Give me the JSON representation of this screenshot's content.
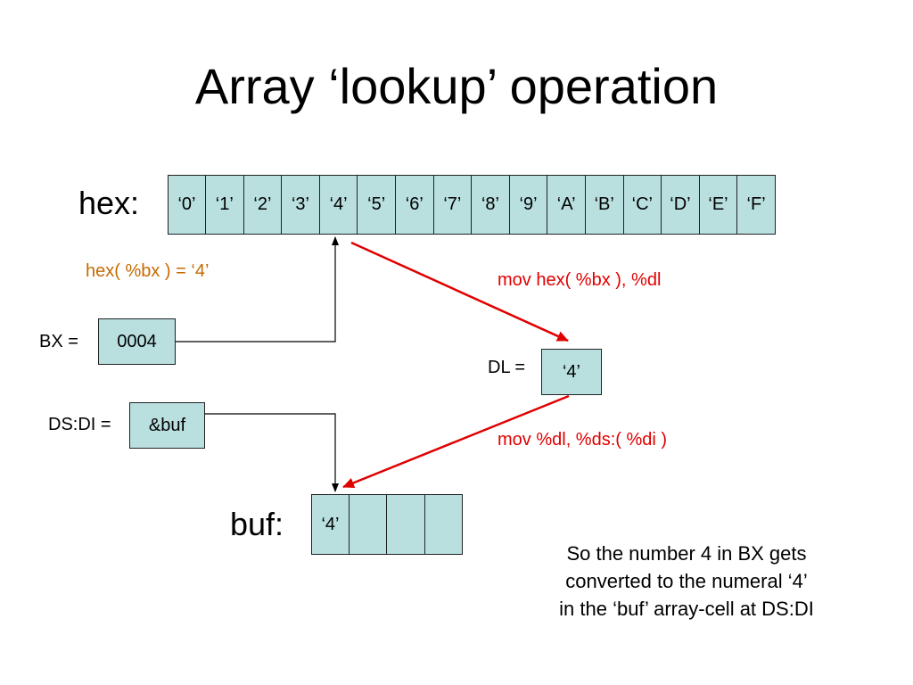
{
  "title": "Array ‘lookup’ operation",
  "hex": {
    "label": "hex:",
    "cells": [
      "‘0’",
      "‘1’",
      "‘2’",
      "‘3’",
      "‘4’",
      "‘5’",
      "‘6’",
      "‘7’",
      "‘8’",
      "‘9’",
      "‘A’",
      "‘B’",
      "‘C’",
      "‘D’",
      "‘E’",
      "‘F’"
    ]
  },
  "lookup_expr": "hex( %bx ) = ‘4’",
  "bx": {
    "label": "BX =",
    "value": "0004"
  },
  "dl": {
    "label": "DL =",
    "value": "‘4’"
  },
  "dsdi": {
    "label": "DS:DI =",
    "value": "&buf"
  },
  "instr_load": "mov  hex( %bx ), %dl",
  "instr_store": "mov  %dl, %ds:( %di )",
  "buf": {
    "label": "buf:",
    "cells": [
      "‘4’",
      "",
      "",
      ""
    ]
  },
  "caption": {
    "line1": "So the number 4 in BX gets",
    "line2": "converted to the numeral ‘4’",
    "line3": "in the ‘buf’ array-cell at DS:DI"
  },
  "colors": {
    "cell_fill": "#b9dfdf",
    "arrow_red": "#e00000",
    "expr_orange": "#c46a00"
  }
}
